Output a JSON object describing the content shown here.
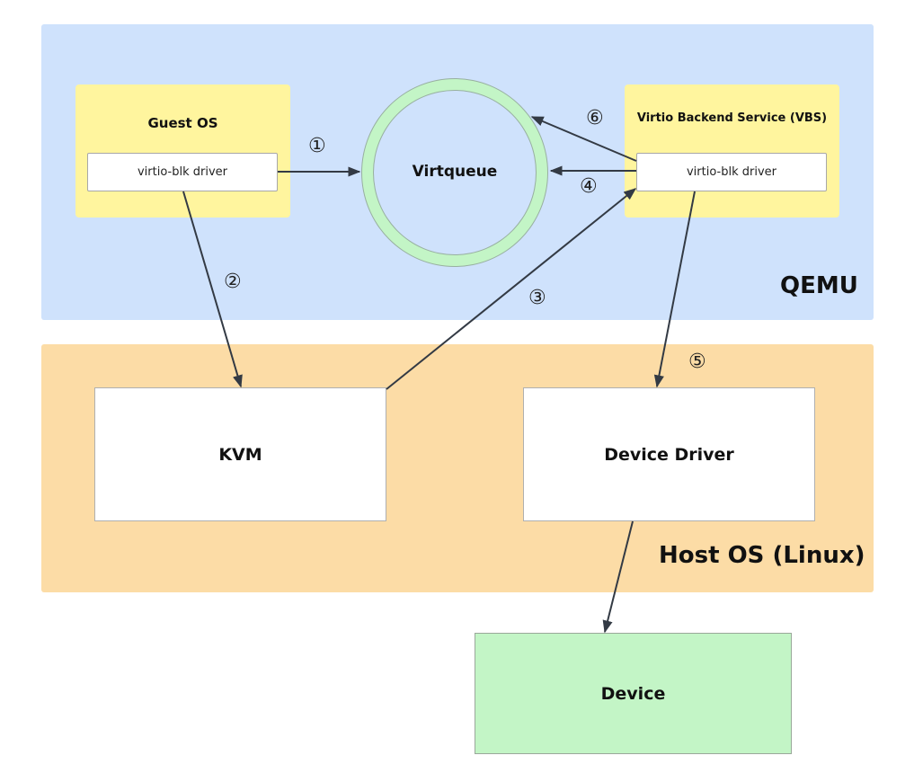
{
  "regions": {
    "qemu": {
      "label": "QEMU",
      "color": "#cfe2fc"
    },
    "host": {
      "label": "Host OS (Linux)",
      "color": "#fcdca6"
    }
  },
  "guest_os": {
    "title": "Guest OS",
    "driver_label": "virtio-blk driver"
  },
  "vbs": {
    "title": "Virtio Backend Service (VBS)",
    "driver_label": "virtio-blk driver"
  },
  "virtqueue": {
    "label": "Virtqueue",
    "color": "#c3f5c6"
  },
  "kvm": {
    "label": "KVM"
  },
  "device_driver": {
    "label": "Device Driver"
  },
  "device": {
    "label": "Device",
    "color": "#c3f5c6"
  },
  "steps": [
    {
      "id": "1",
      "label": "①",
      "from": "Guest OS virtio-blk driver",
      "to": "Virtqueue"
    },
    {
      "id": "2",
      "label": "②",
      "from": "Guest OS virtio-blk driver",
      "to": "KVM"
    },
    {
      "id": "3",
      "label": "③",
      "from": "KVM",
      "to": "VBS virtio-blk driver"
    },
    {
      "id": "4",
      "label": "④",
      "from": "VBS virtio-blk driver",
      "to": "Virtqueue"
    },
    {
      "id": "5",
      "label": "⑤",
      "from": "VBS virtio-blk driver",
      "to": "Device Driver"
    },
    {
      "id": "6",
      "label": "⑥",
      "from": "VBS virtio-blk driver",
      "to": "Virtqueue"
    }
  ],
  "extra_edges": [
    {
      "from": "Device Driver",
      "to": "Device"
    }
  ]
}
